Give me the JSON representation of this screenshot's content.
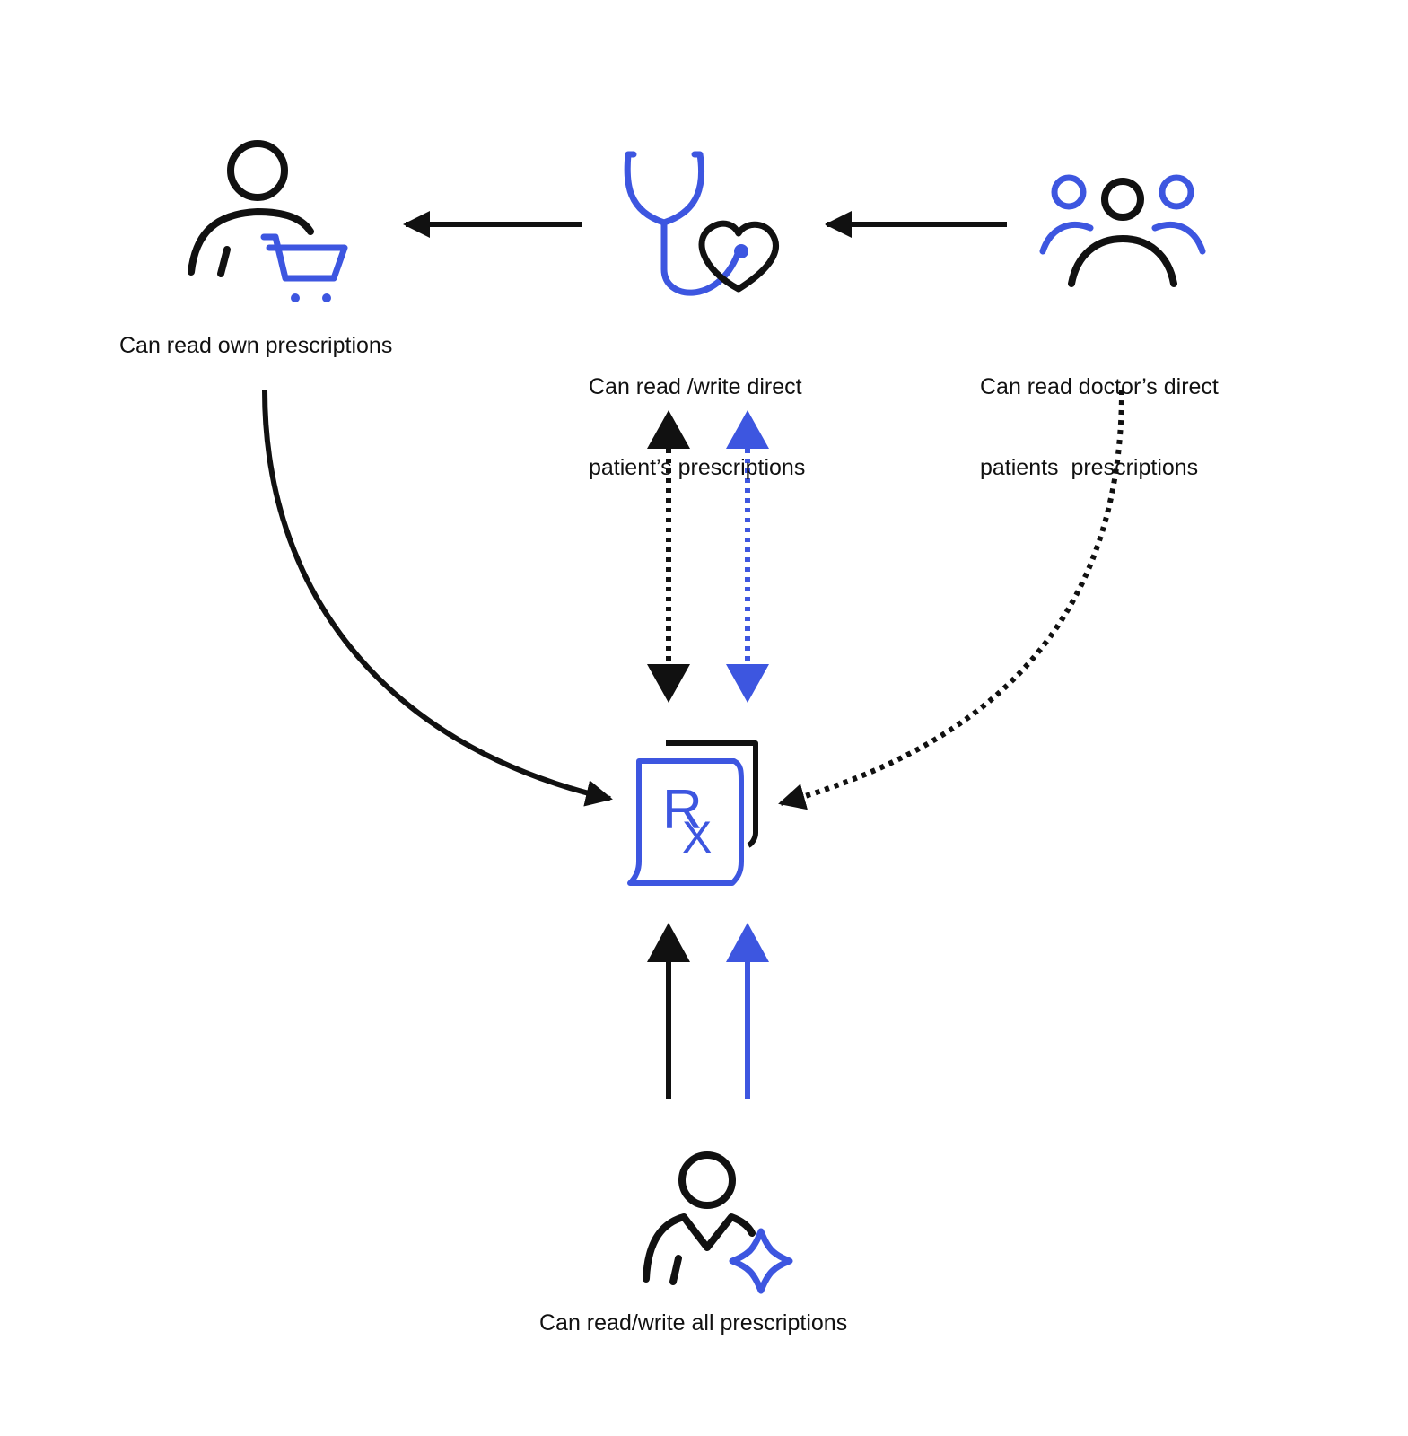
{
  "colors": {
    "ink": "#111111",
    "accent": "#3d56e0",
    "background": "#ffffff"
  },
  "nodes": {
    "customer": {
      "icon": "customer-cart-icon",
      "label": "Can read own prescriptions"
    },
    "doctor": {
      "icon": "stethoscope-heart-icon",
      "label_lines": [
        "Can read /write direct",
        "patient’s prescriptions"
      ]
    },
    "group": {
      "icon": "group-people-icon",
      "label_lines": [
        "Can read doctor’s direct",
        "patients  prescriptions"
      ]
    },
    "prescription": {
      "icon": "prescription-rx-icon",
      "symbol": "R",
      "symbol_sub": "X"
    },
    "admin": {
      "icon": "admin-sparkle-icon",
      "label": "Can read/write all prescriptions"
    }
  }
}
